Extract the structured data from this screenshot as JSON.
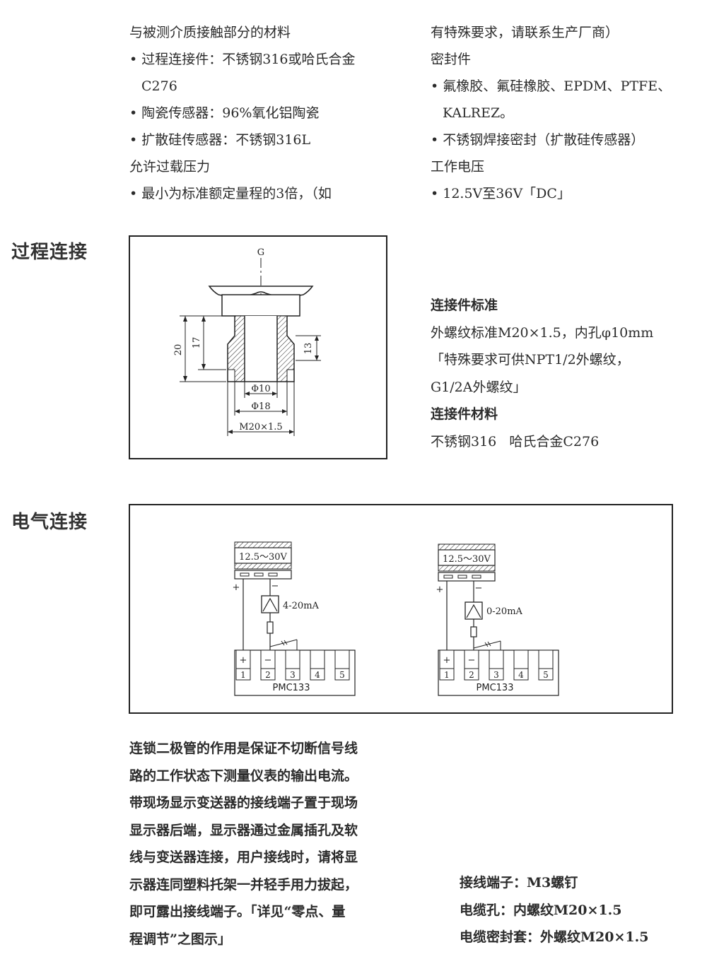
{
  "materials": {
    "left": [
      "与被测介质接触部分的材料",
      "• 过程连接件：不锈钢316或哈氏合金",
      "C276",
      "• 陶瓷传感器：96%氧化铝陶瓷",
      "• 扩散硅传感器：不锈钢316L",
      "允许过载压力",
      "• 最小为标准额定量程的3倍，（如"
    ],
    "right": [
      "有特殊要求，请联系生产厂商）",
      "密封件",
      "• 氟橡胶、氟硅橡胶、EPDM、PTFE、",
      "KALREZ。",
      "• 不锈钢焊接密封（扩散硅传感器）",
      "工作电压",
      "• 12.5V至36V「DC」"
    ]
  },
  "process": {
    "title": "过程连接",
    "diagram": {
      "axis_label": "G",
      "dim_20": "20",
      "dim_17": "17",
      "dim_13": "13",
      "dim_phi10": "Φ10",
      "dim_phi18": "Φ18",
      "dim_thread": "M20×1.5"
    },
    "info": [
      "连接件标准",
      "外螺纹标准M20×1.5，内孔φ10mm",
      "「特殊要求可供NPT1/2外螺纹，",
      "G1/2A外螺纹」",
      "连接件材料",
      "不锈钢316   哈氏合金C276"
    ]
  },
  "electrical": {
    "title": "电气连接",
    "left_circuit": {
      "supply": "12.5～30V",
      "plus": "+",
      "minus": "−",
      "meter": "4-20mA",
      "terminal_signs": [
        "+",
        "−"
      ],
      "terminals": [
        "1",
        "2",
        "3",
        "4",
        "5"
      ],
      "device": "PMC133"
    },
    "right_circuit": {
      "supply": "12.5～30V",
      "plus": "+",
      "minus": "−",
      "meter": "0-20mA",
      "terminal_signs": [
        "+",
        "−"
      ],
      "terminals": [
        "1",
        "2",
        "3",
        "4",
        "5"
      ],
      "device": "PMC133"
    }
  },
  "notes": {
    "paragraph": [
      "连锁二极管的作用是保证不切断信号线",
      "路的工作状态下测量仪表的输出电流。",
      "带现场显示变送器的接线端子置于现场",
      "显示器后端，显示器通过金属插孔及软",
      "线与变送器连接，用户接线时，请将显",
      "示器连同塑料托架一并轻手用力拔起，",
      "即可露出接线端子。「详见“零点、量",
      "程调节”之图示」"
    ],
    "specs": [
      "接线端子：M3螺钉",
      "电缆孔：内螺纹M20×1.5",
      "电缆密封套：外螺纹M20×1.5"
    ]
  }
}
